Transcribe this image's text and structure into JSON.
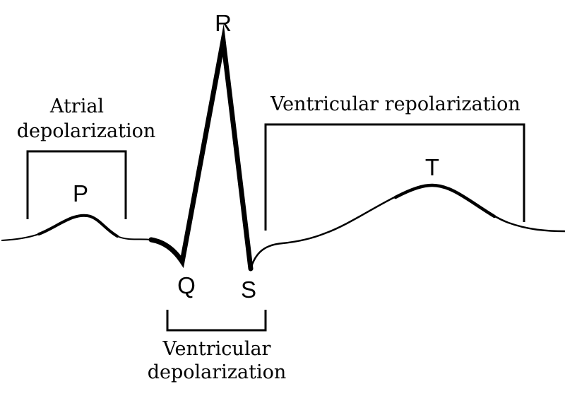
{
  "diagram": {
    "waves": {
      "p": "P",
      "q": "Q",
      "r": "R",
      "s": "S",
      "t": "T"
    },
    "regions": {
      "atrial_depolarization": [
        "Atrial",
        "depolarization"
      ],
      "ventricular_depolarization": [
        "Ventricular",
        "depolarization"
      ],
      "ventricular_repolarization": [
        "Ventricular repolarization"
      ]
    },
    "colors": {
      "trace": "#000000",
      "background": "#ffffff"
    }
  }
}
